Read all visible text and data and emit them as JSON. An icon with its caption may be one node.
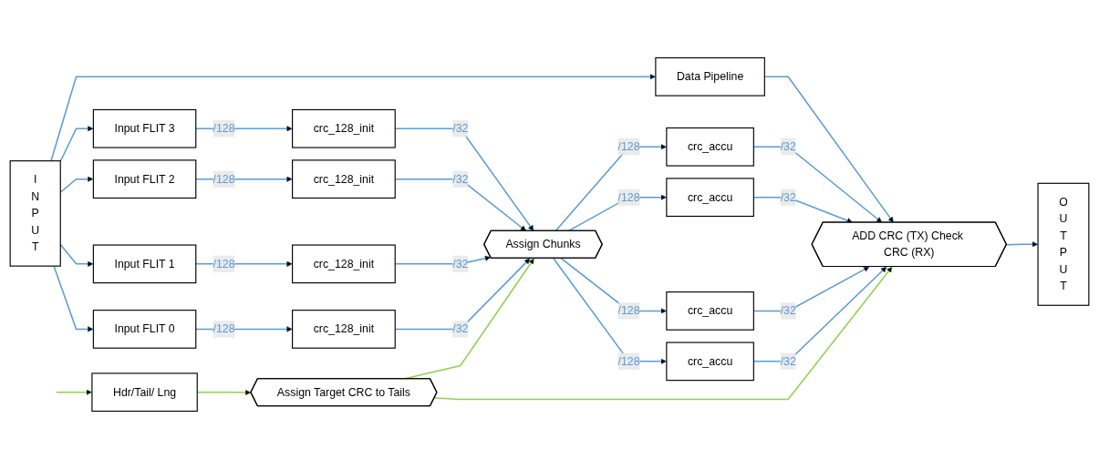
{
  "diagram": {
    "nodes": [
      {
        "text": [
          "I N P U T"
        ]
      },
      {
        "text": [
          "Data Pipeline"
        ]
      },
      {
        "text": [
          "Input FLIT 3"
        ]
      },
      {
        "text": [
          "Input FLIT 2"
        ]
      },
      {
        "text": [
          "Input FLIT 1"
        ]
      },
      {
        "text": [
          "Input FLIT 0"
        ]
      },
      {
        "text": [
          "crc_128_init"
        ]
      },
      {
        "text": [
          "crc_128_init"
        ]
      },
      {
        "text": [
          "crc_128_init"
        ]
      },
      {
        "text": [
          "crc_128_init"
        ]
      },
      {
        "text": [
          "Assign Chunks"
        ]
      },
      {
        "text": [
          "crc_accu"
        ]
      },
      {
        "text": [
          "crc_accu"
        ]
      },
      {
        "text": [
          "crc_accu"
        ]
      },
      {
        "text": [
          "crc_accu"
        ]
      },
      {
        "text": [
          "ADD CRC (TX) Check CRC (RX)"
        ]
      },
      {
        "text": [
          "O U T P U T"
        ]
      },
      {
        "text": [
          "Hdr/Tail/ Lng"
        ]
      },
      {
        "text": [
          "Assign Target CRC to Tails"
        ]
      }
    ],
    "edges": [
      {
        "from": 0,
        "to": 1,
        "arrow": "to"
      },
      {
        "from": 1,
        "to": 15,
        "arrow": "to"
      },
      {
        "from": 0,
        "to": 2,
        "arrow": "to"
      },
      {
        "from": 0,
        "to": 3,
        "arrow": "to"
      },
      {
        "from": 0,
        "to": 4,
        "arrow": "to"
      },
      {
        "from": 0,
        "to": 5,
        "arrow": "to"
      },
      {
        "from": 2,
        "to": 6,
        "arrow": "to",
        "label": "/128"
      },
      {
        "from": 3,
        "to": 7,
        "arrow": "to",
        "label": "/128"
      },
      {
        "from": 4,
        "to": 8,
        "arrow": "to",
        "label": "/128"
      },
      {
        "from": 5,
        "to": 9,
        "arrow": "to",
        "label": "/128"
      },
      {
        "from": 6,
        "to": 10,
        "arrow": "to",
        "label": "/32"
      },
      {
        "from": 7,
        "to": 10,
        "arrow": "to",
        "label": "/32"
      },
      {
        "from": 8,
        "to": 10,
        "arrow": "to",
        "label": "/32"
      },
      {
        "from": 9,
        "to": 10,
        "arrow": "to",
        "label": "/32"
      },
      {
        "from": 10,
        "to": 11,
        "arrow": "to",
        "label": "/128"
      },
      {
        "from": 10,
        "to": 12,
        "arrow": "to",
        "label": "/128"
      },
      {
        "from": 10,
        "to": 13,
        "arrow": "to",
        "label": "/128"
      },
      {
        "from": 10,
        "to": 14,
        "arrow": "to",
        "label": "/128"
      },
      {
        "from": 11,
        "to": 15,
        "arrow": "to",
        "label": "/32"
      },
      {
        "from": 12,
        "to": 15,
        "arrow": "to",
        "label": "/32"
      },
      {
        "from": 13,
        "to": 15,
        "arrow": "to",
        "label": "/32"
      },
      {
        "from": 14,
        "to": 15,
        "arrow": "to",
        "label": "/32"
      },
      {
        "from": 15,
        "to": 16,
        "arrow": "to"
      },
      {
        "from": null,
        "to": 17,
        "arrow": "to",
        "color": "#92d050"
      },
      {
        "from": 17,
        "to": 18,
        "arrow": "to",
        "color": "#92d050"
      },
      {
        "from": 18,
        "to": 10,
        "arrow": "to",
        "color": "#92d050"
      },
      {
        "from": 18,
        "to": 15,
        "arrow": "to",
        "color": "#92d050"
      }
    ]
  }
}
